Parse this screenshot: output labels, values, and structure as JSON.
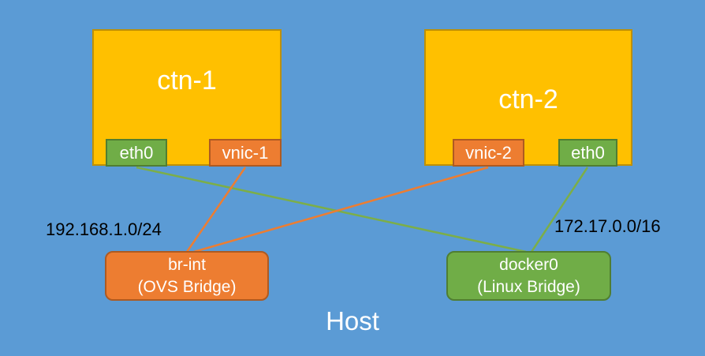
{
  "diagram": {
    "host_label": "Host",
    "containers": [
      {
        "name": "ctn-1",
        "interfaces": [
          {
            "label": "eth0",
            "kind": "linux-bridge-port"
          },
          {
            "label": "vnic-1",
            "kind": "ovs-bridge-port"
          }
        ]
      },
      {
        "name": "ctn-2",
        "interfaces": [
          {
            "label": "vnic-2",
            "kind": "ovs-bridge-port"
          },
          {
            "label": "eth0",
            "kind": "linux-bridge-port"
          }
        ]
      }
    ],
    "bridges": [
      {
        "name": "br-int",
        "subtitle": "(OVS Bridge)",
        "subnet": "192.168.1.0/24"
      },
      {
        "name": "docker0",
        "subtitle": "(Linux Bridge)",
        "subnet": "172.17.0.0/16"
      }
    ],
    "colors": {
      "background": "#5B9BD5",
      "container_fill": "#FFC000",
      "container_border": "#BF9000",
      "green_fill": "#70AD47",
      "green_border": "#507E32",
      "orange_fill": "#ED7D31",
      "orange_border": "#AE5A21",
      "link_green": "#7CAE48",
      "link_orange": "#ED7D31",
      "text_light": "#FFFFFF",
      "text_dark": "#000000"
    }
  }
}
